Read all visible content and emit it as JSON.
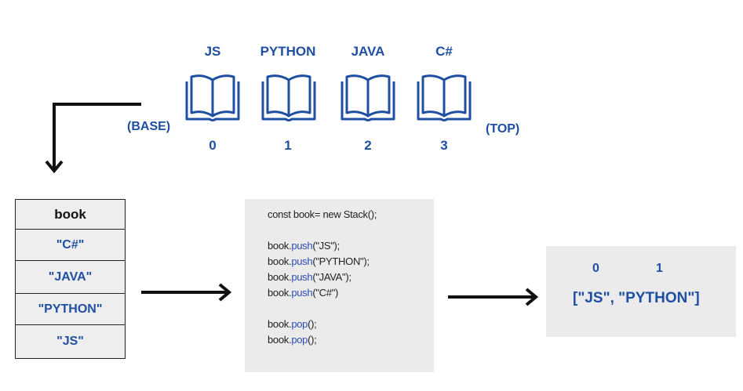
{
  "books": [
    {
      "label": "JS",
      "index": "0"
    },
    {
      "label": "PYTHON",
      "index": "1"
    },
    {
      "label": "JAVA",
      "index": "2"
    },
    {
      "label": "C#",
      "index": "3"
    }
  ],
  "base_label": "(BASE)",
  "top_label": "(TOP)",
  "stack": {
    "header": "book",
    "items": [
      "\"C#\"",
      "\"JAVA\"",
      "\"PYTHON\"",
      "\"JS\""
    ]
  },
  "code": {
    "declaration": "const book= new Stack();",
    "push_object": "book.",
    "push_method": "push",
    "push_args": [
      "(\"JS\");",
      "(\"PYTHON\");",
      "(\"JAVA\");",
      "(\"C#\")"
    ],
    "pop_object": "book.",
    "pop_method": "pop",
    "pop_args": [
      "();",
      "();"
    ]
  },
  "result": {
    "indices": [
      "0",
      "1"
    ],
    "array_text": "[\"JS\", \"PYTHON\"]"
  },
  "colors": {
    "accent": "#1f4fa3",
    "panel": "#ebebeb",
    "method": "#2a4db5"
  }
}
